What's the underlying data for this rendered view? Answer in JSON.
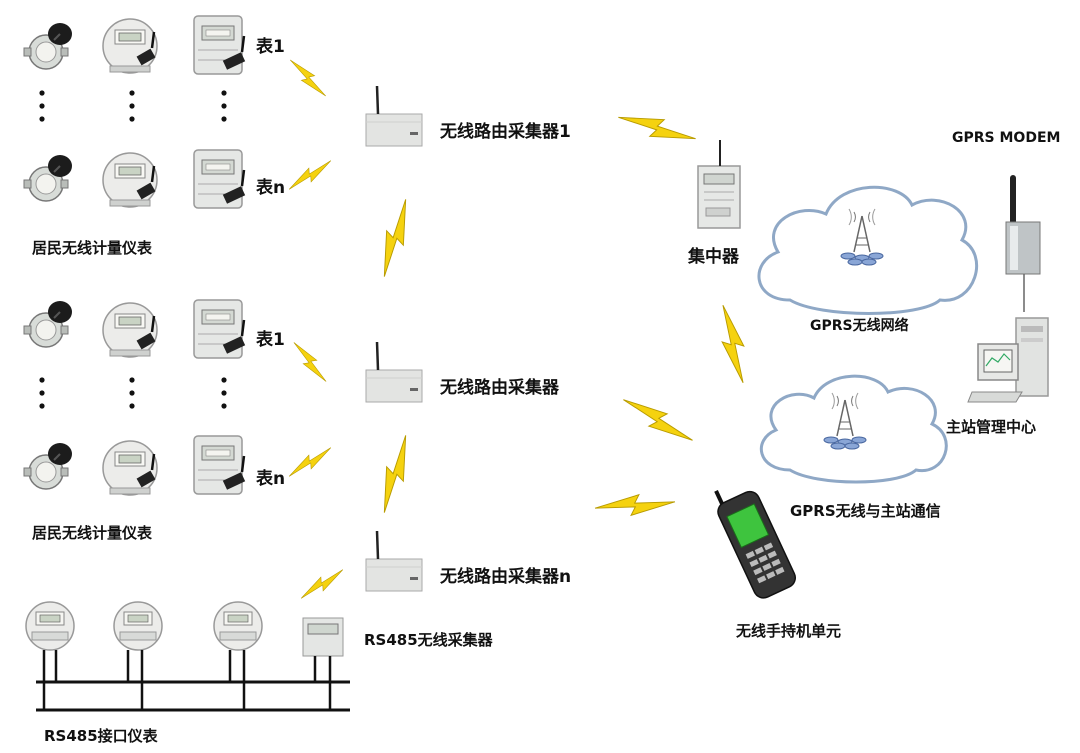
{
  "meter_groups": {
    "label": "居民无线计量仪表",
    "row_first": "表1",
    "row_last": "表n"
  },
  "collectors": {
    "collector_1": "无线路由采集器1",
    "collector_2": "无线路由采集器",
    "collector_n": "无线路由采集器n",
    "rs485_collector": "RS485无线采集器"
  },
  "rs485_meters": "RS485接口仪表",
  "concentrator": "集中器",
  "gprs_network": "GPRS无线网络",
  "gprs_comm": "GPRS无线与主站通信",
  "handheld": "无线手持机单元",
  "gprs_modem": "GPRS MODEM",
  "master_station": "主站管理中心",
  "colors": {
    "signal": "#f5d20f",
    "signal_edge": "#b89b00",
    "cloud": "#8fa8c6",
    "device": "#e2e4e2",
    "screen_green": "#3ec43e"
  }
}
